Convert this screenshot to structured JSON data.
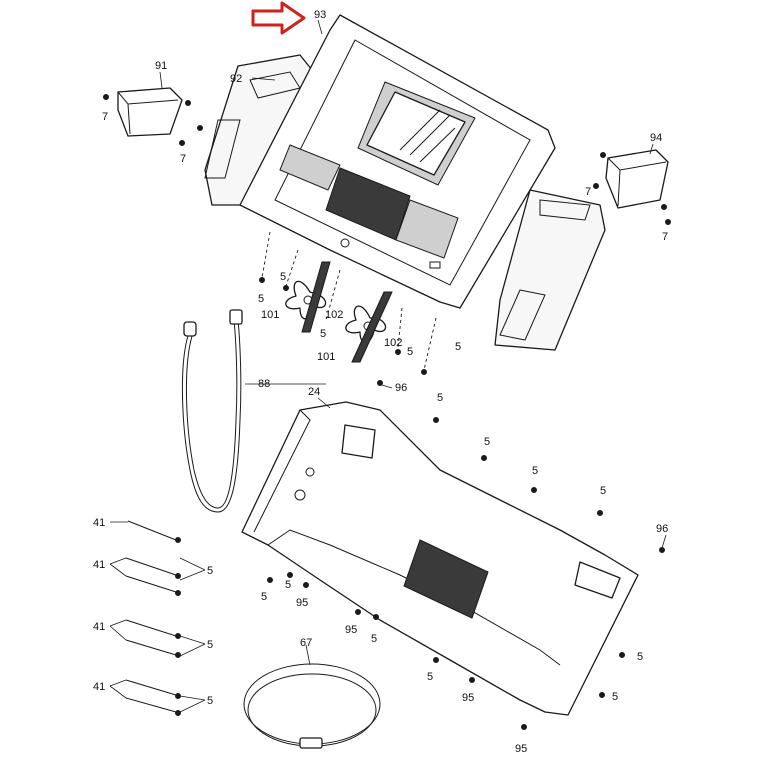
{
  "diagram": {
    "pointer_arrow": {
      "color": "#d0211c",
      "points_to": "93"
    },
    "callouts": {
      "console_93": "93",
      "console_base_92": "92",
      "cup_left_91": "91",
      "cup_right_94": "94",
      "screw_7_a": "7",
      "screw_7_b": "7",
      "screw_7_c": "7",
      "screw_7_d": "7",
      "screw_5_a": "5",
      "screw_5_b": "5",
      "screw_5_c": "5",
      "screw_5_d": "5",
      "fan_101_a": "101",
      "fan_102_a": "102",
      "fan_101_b": "101",
      "fan_102_b": "102",
      "wire_88": "88",
      "cover_24": "24",
      "screw_96_top": "96",
      "screw_5_e": "5",
      "screw_5_f": "5",
      "screw_5_g": "5",
      "screw_5_h": "5",
      "screw_96_right": "96",
      "screw_5_i": "5",
      "screw_5_j": "5",
      "screw_95_a": "95",
      "screw_95_b": "95",
      "screw_5_k": "5",
      "screw_5_l": "5",
      "screw_95_c": "95",
      "screw_5_m": "5",
      "screw_95_d": "95",
      "screw_5_n": "5",
      "screw_5_o": "5",
      "strap_67": "67",
      "tie_41_a": "41",
      "tie_41_b": "41",
      "tie_41_c": "41",
      "tie_41_d": "41",
      "tie_5_a": "5",
      "tie_5_b": "5",
      "tie_5_c": "5"
    }
  }
}
